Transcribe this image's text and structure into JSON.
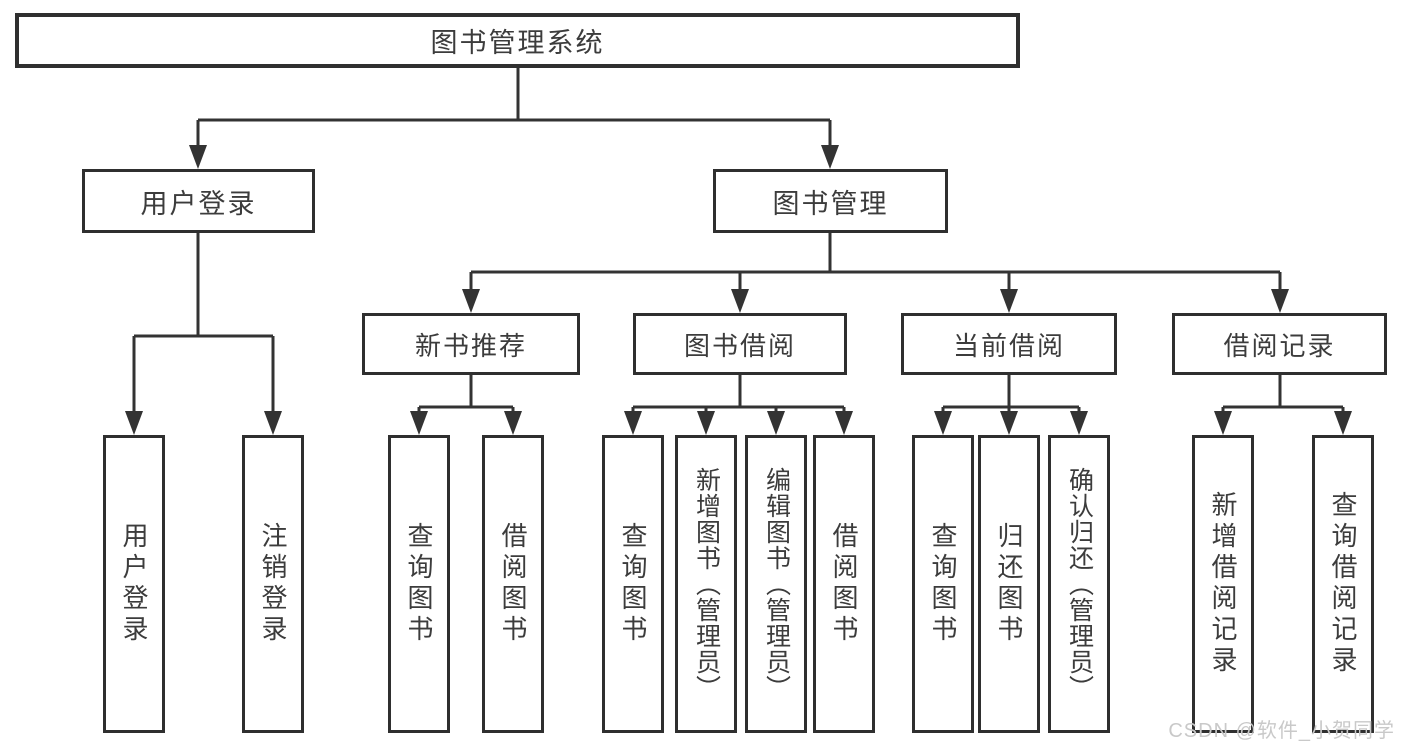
{
  "tree": {
    "root_label": "图书管理系统",
    "branches": {
      "user_login": {
        "label": "用户登录",
        "children": {
          "login": "用户登录",
          "logout": "注销登录"
        }
      },
      "book_mgmt": {
        "label": "图书管理",
        "groups": {
          "new_book": {
            "label": "新书推荐",
            "children": {
              "query": "查询图书",
              "borrow": "借阅图书"
            }
          },
          "borrowing": {
            "label": "图书借阅",
            "children": {
              "query": "查询图书",
              "add": "新增图书（管理员）",
              "edit": "编辑图书（管理员）",
              "borrow": "借阅图书"
            }
          },
          "current": {
            "label": "当前借阅",
            "children": {
              "query": "查询图书",
              "return": "归还图书",
              "confirm": "确认归还（管理员）"
            }
          },
          "records": {
            "label": "借阅记录",
            "children": {
              "add": "新增借阅记录",
              "query": "查询借阅记录"
            }
          }
        }
      }
    }
  },
  "watermark": "CSDN @软件_小贺同学",
  "colors": {
    "line": "#333333",
    "box_border": "#2f2f2f",
    "text": "#3c3c3c",
    "watermark_text": "#c9c9c9",
    "background": "#ffffff"
  }
}
